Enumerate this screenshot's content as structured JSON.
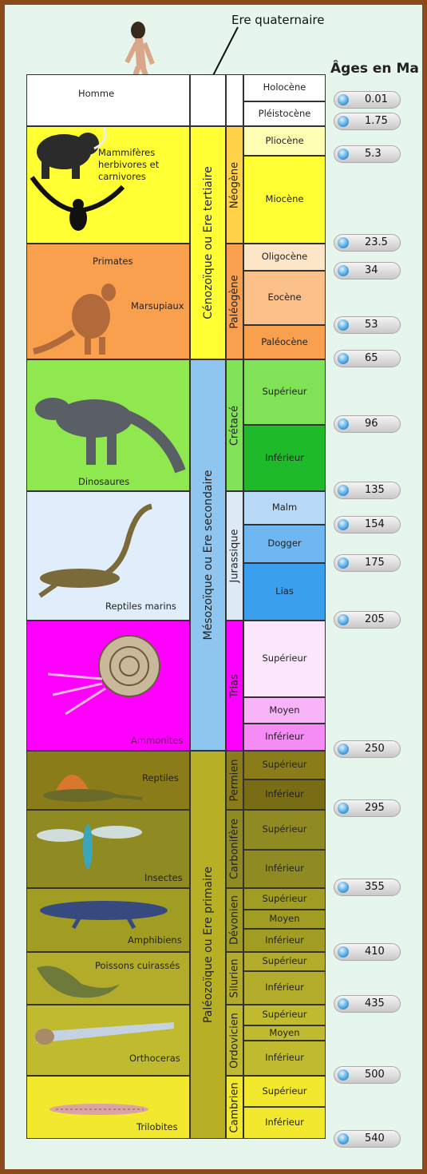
{
  "header": {
    "quaternary_label": "Ere quaternaire",
    "ages_heading": "Âges en Ma"
  },
  "eras": {
    "cenozoic": "Cénozoïque ou Ere tertiaire",
    "mesozoic": "Mésozoïque ou Ere secondaire",
    "paleozoic": "Paléozoïque ou Ere primaire"
  },
  "systems": {
    "neogene": "Néogène",
    "paleogene": "Paléogène",
    "cretace": "Crétacé",
    "jurassique": "Jurassique",
    "trias": "Trias",
    "permien": "Permien",
    "carbonifere": "Carbonifère",
    "devonien": "Dévonien",
    "silurien": "Silurien",
    "ordovicien": "Ordovicien",
    "cambrien": "Cambrien"
  },
  "epochs": {
    "holocene": "Holocène",
    "pleistocene": "Pléistocène",
    "pliocene": "Pliocène",
    "miocene": "Miocène",
    "oligocene": "Oligocène",
    "eocene": "Eocène",
    "paleocene": "Paléocène",
    "cretace_sup": "Supérieur",
    "cretace_inf": "Inférieur",
    "malm": "Malm",
    "dogger": "Dogger",
    "lias": "Lias",
    "trias_sup": "Supérieur",
    "trias_moy": "Moyen",
    "trias_inf": "Inférieur",
    "permien_sup": "Supérieur",
    "permien_inf": "Inférieur",
    "carbo_sup": "Supérieur",
    "carbo_inf": "Inférieur",
    "devon_sup": "Supérieur",
    "devon_moy": "Moyen",
    "devon_inf": "Inférieur",
    "silur_sup": "Supérieur",
    "silur_inf": "Inférieur",
    "ordo_sup": "Supérieur",
    "ordo_moy": "Moyen",
    "ordo_inf": "Inférieur",
    "camb_sup": "Supérieur",
    "camb_inf": "Inférieur"
  },
  "fauna": {
    "homme": "Homme",
    "mammiferes": "Mammifères herbivores et carnivores",
    "primates": "Primates",
    "marsupiaux": "Marsupiaux",
    "dinosaures": "Dinosaures",
    "reptiles_marins": "Reptiles marins",
    "ammonites": "Ammonites",
    "reptiles": "Reptiles",
    "insectes": "Insectes",
    "amphibiens": "Amphibiens",
    "poissons": "Poissons cuirassés",
    "orthoceras": "Orthoceras",
    "trilobites": "Trilobites"
  },
  "ages": [
    "0.01",
    "1.75",
    "5.3",
    "23.5",
    "34",
    "53",
    "65",
    "96",
    "135",
    "154",
    "175",
    "205",
    "250",
    "295",
    "355",
    "410",
    "435",
    "500",
    "540"
  ],
  "colors": {
    "frame": "#8a4a1c",
    "background": "#e6f6ec",
    "quaternary": "#ffffff",
    "neogene": "#ffff33",
    "paleogene": "#f9a04f",
    "cretace": "#7fe257",
    "jurassique": "#3aa0ee",
    "trias": "#ff00ff",
    "paleozoic": "#9b9b1a"
  }
}
